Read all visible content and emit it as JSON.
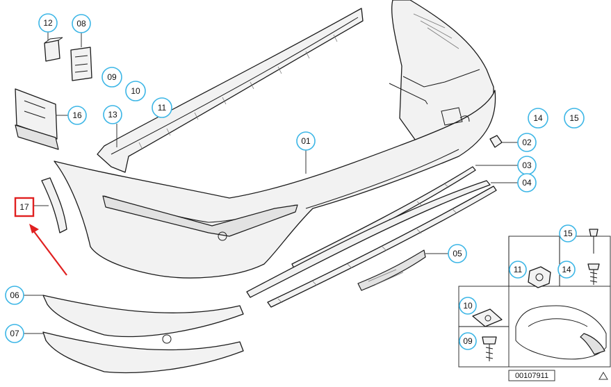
{
  "diagram": {
    "part_number": "00107911",
    "highlight_color": "#e02020",
    "callout_color": "#3cb6e6",
    "callouts": {
      "c01": "01",
      "c02": "02",
      "c03": "03",
      "c04": "04",
      "c05": "05",
      "c06": "06",
      "c07": "07",
      "c08": "08",
      "c09": "09",
      "c10": "10",
      "c11": "11",
      "c12": "12",
      "c13": "13",
      "c14": "14",
      "c15": "15",
      "c16": "16",
      "c17": "17",
      "g09": "09",
      "g10": "10",
      "g11": "11",
      "g14": "14",
      "g15": "15"
    }
  }
}
